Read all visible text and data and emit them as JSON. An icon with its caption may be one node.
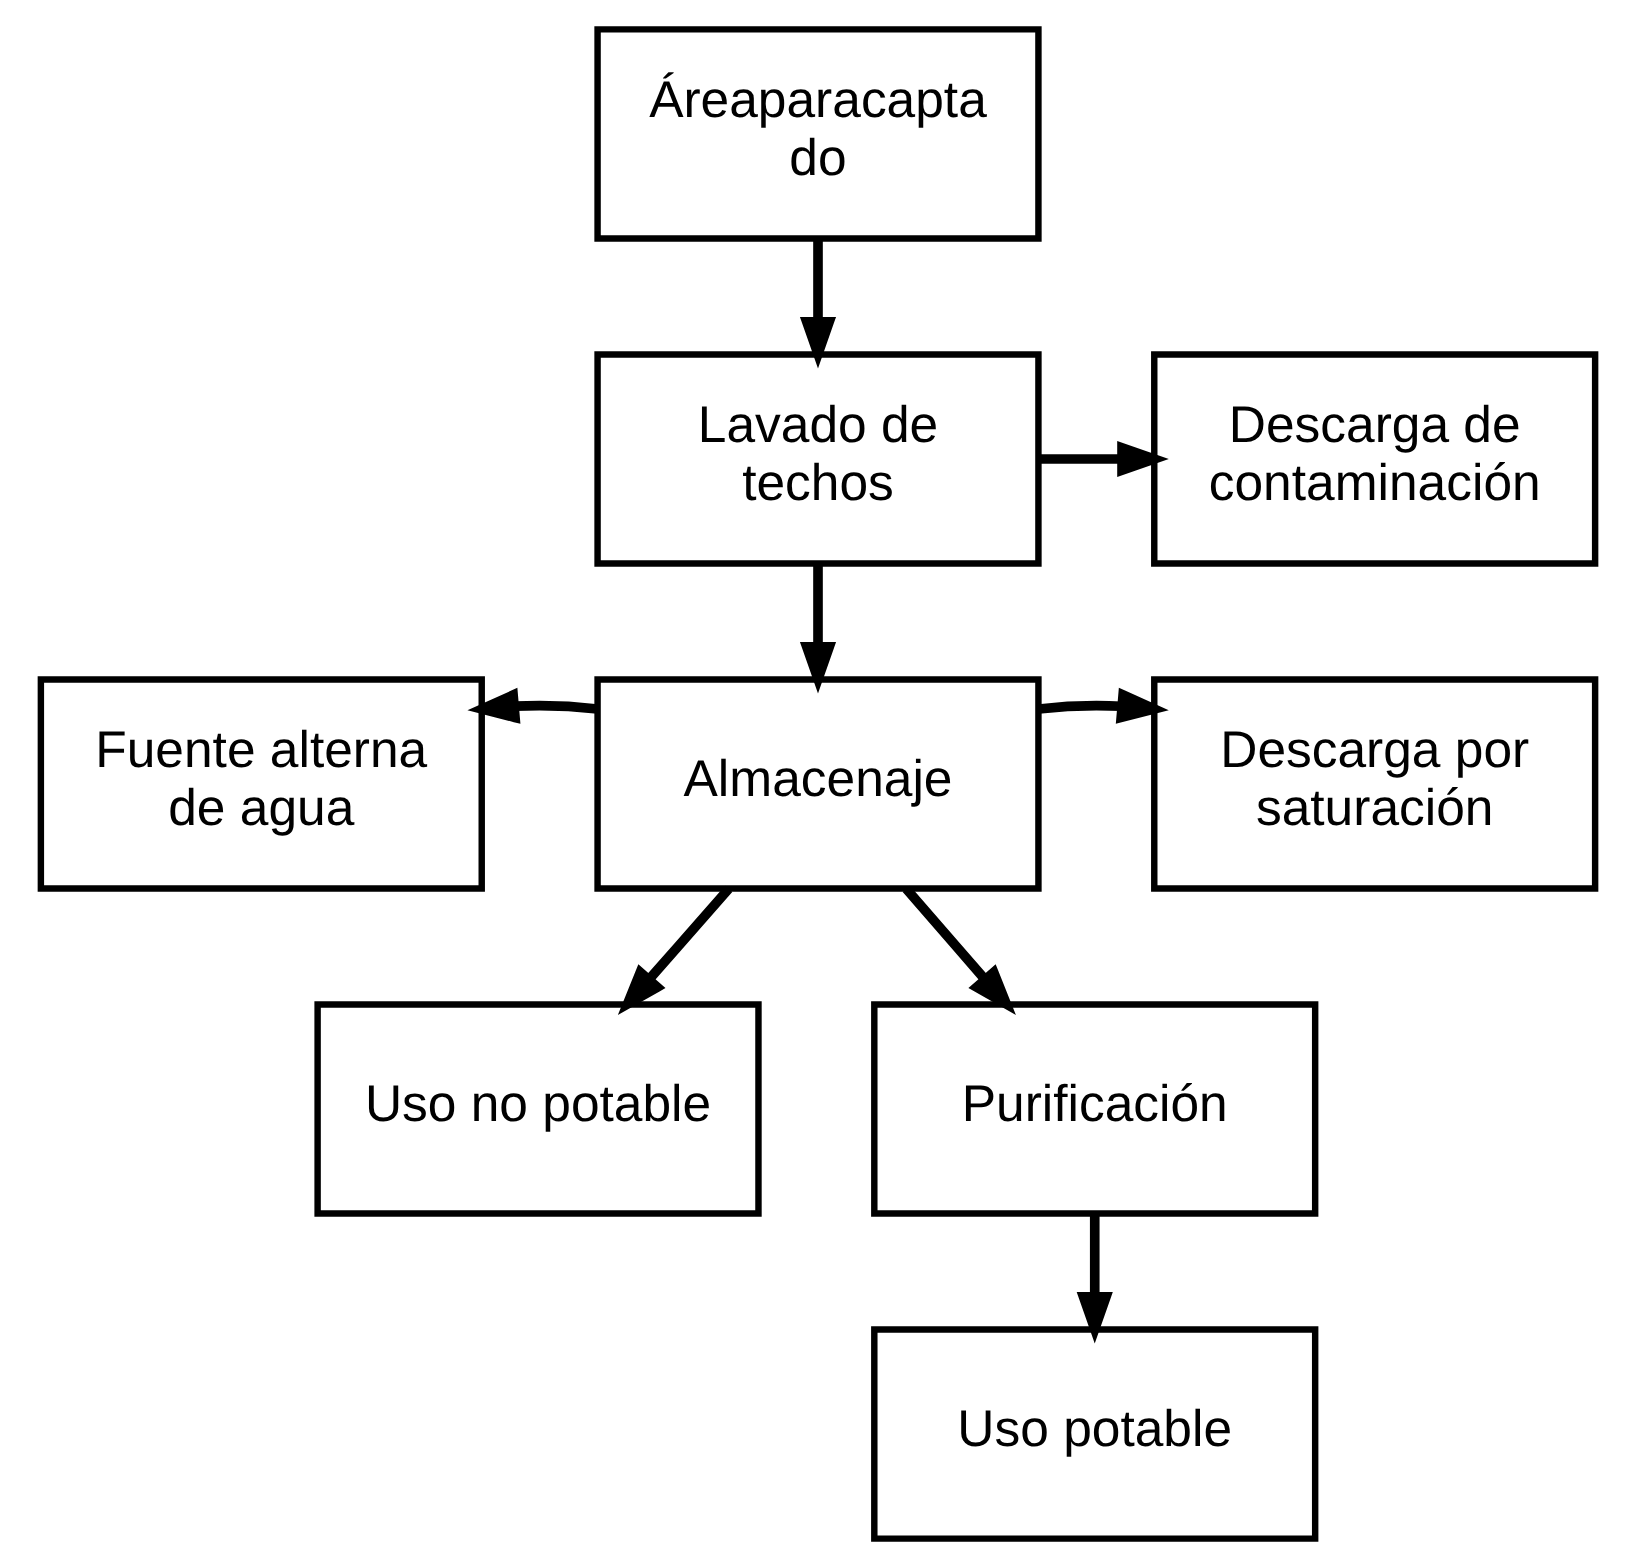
{
  "diagram": {
    "nodes": [
      {
        "text": [
          "Áreaparacapta do"
        ]
      },
      {
        "text": [
          "Lavado de techos"
        ]
      },
      {
        "text": [
          "Descarga de contaminación"
        ]
      },
      {
        "text": [
          "Fuente alterna de agua"
        ]
      },
      {
        "text": [
          "Almacenaje"
        ]
      },
      {
        "text": [
          "Descarga por saturación"
        ]
      },
      {
        "text": [
          "Uso no potable"
        ]
      },
      {
        "text": [
          "Purificación"
        ]
      },
      {
        "text": [
          "Uso potable"
        ]
      }
    ],
    "edges": [
      {
        "from": 0,
        "to": 1,
        "arrow": "to"
      },
      {
        "from": 1,
        "to": 2,
        "arrow": "to"
      },
      {
        "from": 1,
        "to": 4,
        "arrow": "to"
      },
      {
        "from": 4,
        "to": 3,
        "arrow": "to"
      },
      {
        "from": 4,
        "to": 5,
        "arrow": "to"
      },
      {
        "from": 4,
        "to": 6,
        "arrow": "to"
      },
      {
        "from": 4,
        "to": 7,
        "arrow": "to"
      },
      {
        "from": 7,
        "to": 8,
        "arrow": "to"
      }
    ]
  }
}
